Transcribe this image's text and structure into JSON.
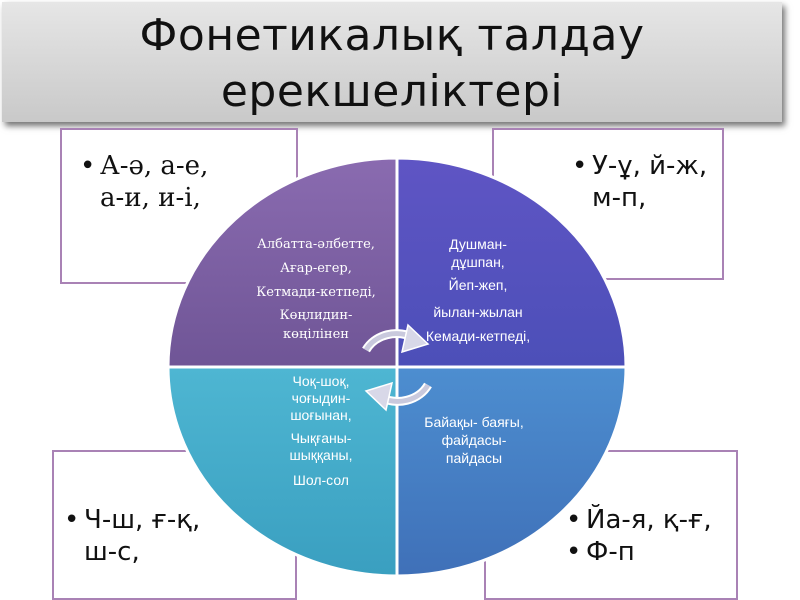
{
  "title": {
    "line1": "Фонетикалық талдау",
    "line2": "ерекшеліктері"
  },
  "corner_boxes": {
    "top_left": {
      "lines": [
        "А-ә, а-е,",
        "а-и, и-і,"
      ]
    },
    "top_right": {
      "lines": [
        "У-ұ, й-ж,",
        "м-п,"
      ]
    },
    "bottom_left": {
      "lines": [
        "Ч-ш, ғ-қ,",
        "ш-с,"
      ]
    },
    "bottom_right": {
      "items": [
        "Йа-я, қ-ғ,",
        "Ф-п"
      ]
    }
  },
  "quadrants": {
    "top_left": [
      "Албатта-әлбетте,",
      "Ағар-егер,",
      "Кетмади-кетпеді,",
      "Көңлидин-",
      "көңілінен"
    ],
    "top_right": [
      "Душман-",
      "дұшпан,",
      "Йеп-жеп,",
      "йылан-жылан",
      "Кемади-кетпеді,"
    ],
    "bottom_left": [
      "Чоқ-шоқ,",
      "чоғыдин-",
      "шоғынан,",
      "Чықғаны-",
      "шыққаны,",
      "Шол-сол"
    ],
    "bottom_right": [
      "Байақы- баяғы,",
      "файдасы-",
      "пайдасы"
    ]
  },
  "colors": {
    "top_left": "#8064a2",
    "top_right": "#5b5fc7",
    "bottom_left": "#4bacc6",
    "bottom_right": "#4f81bd",
    "box_border": "#a982b5"
  },
  "icons": {
    "center": "cycle-arrows-icon"
  }
}
